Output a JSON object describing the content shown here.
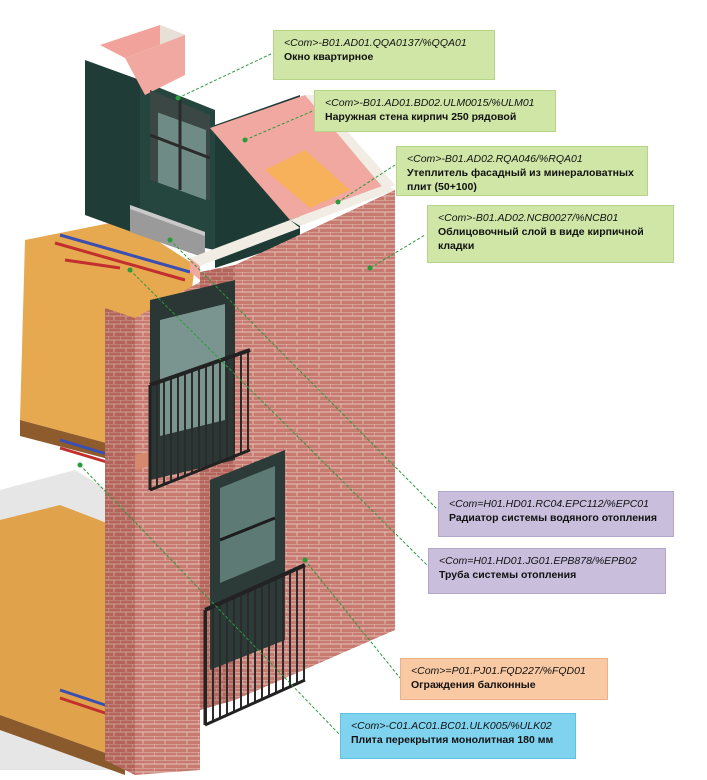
{
  "callouts": [
    {
      "code": "<Com>-B01.AD01.QQA0137/%QQA01",
      "desc": "Окно квартирное",
      "color": "#cfe6a6"
    },
    {
      "code": "<Com>-B01.AD01.BD02.ULM0015/%ULM01",
      "desc": "Наружная стена кирпич 250 рядовой",
      "color": "#cfe6a6"
    },
    {
      "code": "<Com>-B01.AD02.RQA046/%RQA01",
      "desc": "Утеплитель фасадный из минераловатных плит (50+100)",
      "color": "#cfe6a6"
    },
    {
      "code": "<Com>-B01.AD02.NCB0027/%NCB01",
      "desc": "Облицовочный слой в виде кирпичной кладки",
      "color": "#cfe6a6"
    },
    {
      "code": "<Com=H01.HD01.RC04.EPC112/%EPC01",
      "desc": "Радиатор системы водяного отопления",
      "color": "#c9bedc"
    },
    {
      "code": "<Com=H01.HD01.JG01.EPB878/%EPB02",
      "desc": "Труба системы отопления",
      "color": "#c9bedc"
    },
    {
      "code": "<Com>=P01.PJ01.FQD227/%FQD01",
      "desc": "Ограждения балконные",
      "color": "#f8c9a2"
    },
    {
      "code": "<Com>-C01.AC01.BC01.ULK005/%ULK02",
      "desc": "Плита перекрытия монолитная 180 мм",
      "color": "#7fd3ef"
    }
  ],
  "colors": {
    "brick": "#c4756b",
    "brick_dark": "#a85e55",
    "mortar": "#e8c9bf",
    "insulation": "#f0a8a0",
    "slab": "#e7a94f",
    "interior_wall": "#1e3b36",
    "leader_line": "#2a9a3a"
  }
}
